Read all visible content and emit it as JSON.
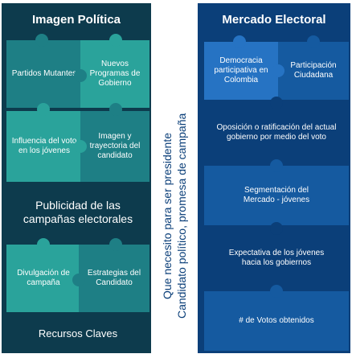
{
  "left": {
    "title": "Imagen Política",
    "pieces": {
      "partidos": "Partidos Mutantes",
      "programas": "Nuevos Programas de Gobierno",
      "influencia": "Influencia del voto en los jóvenes",
      "imagen": "Imagen y trayectoria del candidato",
      "publicidad": "Publicidad de las campañas electorales",
      "divulgacion": "Divulgación de campaña",
      "estrategias": "Estrategias del Candidato",
      "recursos": "Recursos Claves"
    }
  },
  "middle": {
    "line1": "Que necesito para ser presidente",
    "line2": "Candidato político, promesa de campaña"
  },
  "right": {
    "title": "Mercado Electoral",
    "pieces": {
      "democracia": "Democracia participativa en Colombia",
      "participacion": "Participación Ciudadana",
      "oposicion": "Oposición o ratificación del actual gobierno por medio del voto",
      "segmentacion": "Segmentación del Mercado - jóvenes",
      "expectativa": "Expectativa de los jóvenes hacia los gobiernos",
      "votos": "# de Votos obtenidos"
    }
  },
  "colors": {
    "left_bg": "#0d3b4d",
    "teal_dark": "#1e7f85",
    "teal_light": "#2aa39b",
    "right_bg": "#0b3f79",
    "blue_light": "#2673c3",
    "blue_mid": "#155aa0"
  }
}
